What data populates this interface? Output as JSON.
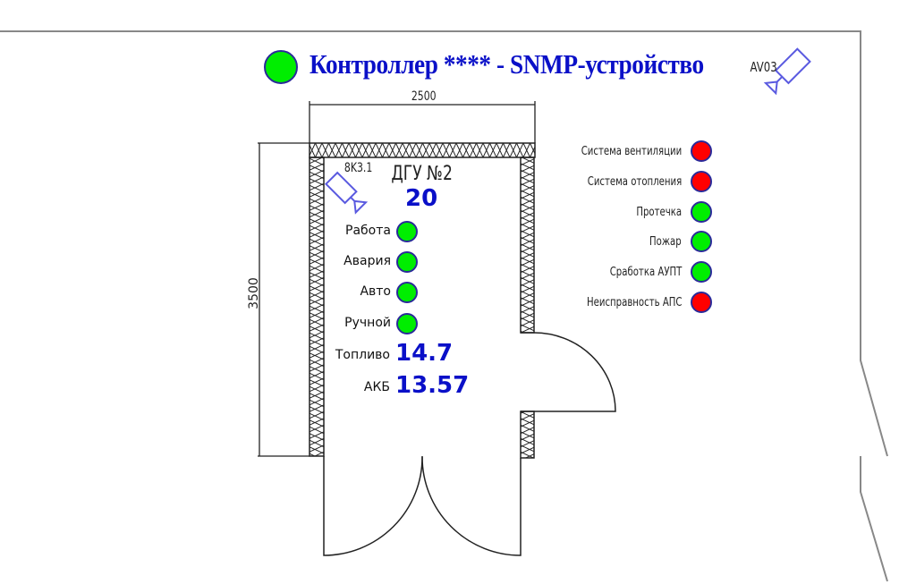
{
  "header": {
    "title": "Контроллер **** - SNMP-устройство",
    "status_color": "#00ee00"
  },
  "cameras": [
    {
      "label": "AV03"
    },
    {
      "label": "8K3.1"
    }
  ],
  "dimensions": {
    "width": "2500",
    "height": "3500"
  },
  "room": {
    "name": "ДГУ №2",
    "number": "20",
    "indicators": [
      {
        "label": "Работа",
        "color": "#00ee00"
      },
      {
        "label": "Авария",
        "color": "#00ee00"
      },
      {
        "label": "Авто",
        "color": "#00ee00"
      },
      {
        "label": "Ручной",
        "color": "#00ee00"
      }
    ],
    "fuel_label": "Топливо",
    "fuel_value": "14.7",
    "battery_label": "АКБ",
    "battery_value": "13.57"
  },
  "alarms": [
    {
      "label": "Система вентиляции",
      "color": "#ff0000"
    },
    {
      "label": "Система отопления",
      "color": "#ff0000"
    },
    {
      "label": "Протечка",
      "color": "#00ee00"
    },
    {
      "label": "Пожар",
      "color": "#00ee00"
    },
    {
      "label": "Сработка АУПТ",
      "color": "#00ee00"
    },
    {
      "label": "Неисправность АПС",
      "color": "#ff0000"
    }
  ]
}
